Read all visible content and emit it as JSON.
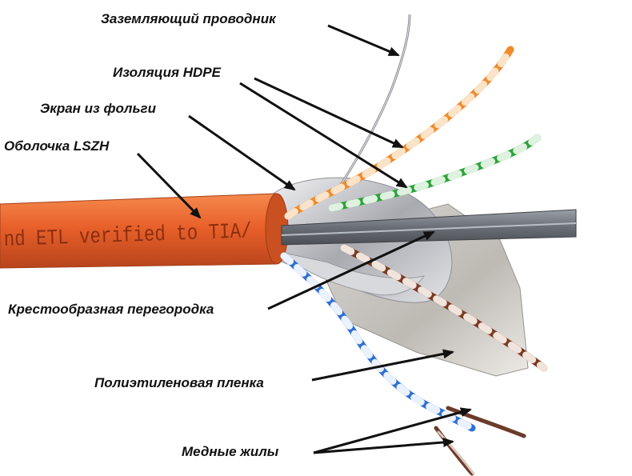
{
  "labels": {
    "ground_wire": "Заземляющий проводник",
    "hdpe": "Изоляция HDPE",
    "foil": "Экран из фольги",
    "jacket": "Оболочка LSZH",
    "cross_filler": "Крестообразная перегородка",
    "pe_film": "Полиэтиленовая пленка",
    "copper": "Медные жилы"
  },
  "jacket_print": "nd ETL verified to TIA/",
  "colors": {
    "jacket": "#e8602a",
    "jacket_print": "#8a2f10",
    "foil": "#c9c9cc",
    "filler": "#6f737b",
    "orange_pair": "#f08a2a",
    "green_pair": "#2aa33a",
    "blue_pair": "#2f6fd0",
    "brown_pair": "#7a3a22",
    "arrow": "#111111"
  }
}
